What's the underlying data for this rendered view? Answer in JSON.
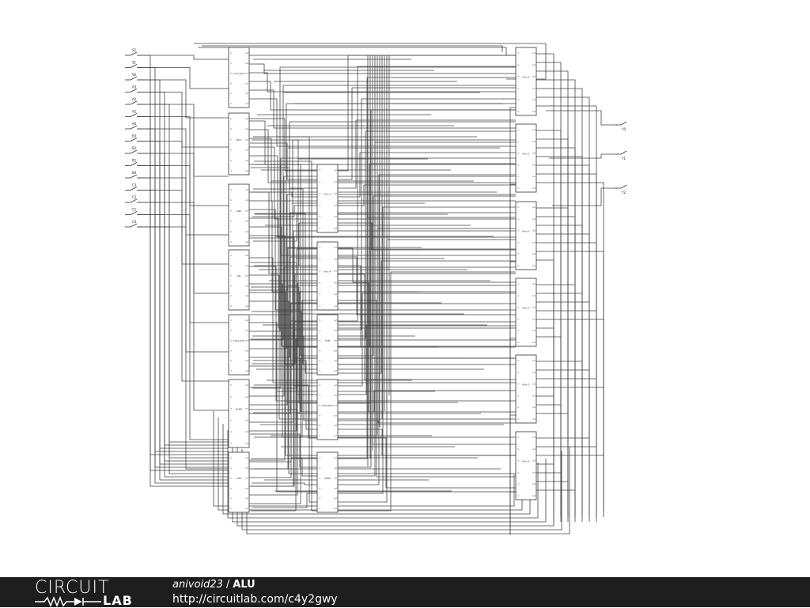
{
  "header": {
    "owner": "anivoid23",
    "separator": "/",
    "title": "ALU",
    "url": "http://circuitlab.com/c4y2gwy"
  },
  "logo": {
    "top": "CIRCUIT",
    "bottom": "LAB"
  },
  "schematic": {
    "input_labels": [
      "S2",
      "S1",
      "S0",
      "A3",
      "A2",
      "A1",
      "A0",
      "B3",
      "B2",
      "B1",
      "B0",
      "C3",
      "C2",
      "C1",
      "C0"
    ],
    "output_labels": [
      "Y0",
      "Y1",
      "Y2"
    ],
    "left_chips": [
      "FULLADD",
      "MUX",
      "AND",
      "OR",
      "FULLADD",
      "NAND",
      "XOR"
    ],
    "mid_chips": [
      "Mux 4",
      "Mux 4",
      "SUB",
      "FULLADD",
      "XNOR"
    ],
    "right_chips": [
      "Mux 2",
      "Mux 1",
      "Mux 0",
      "Mux 3",
      "Mux 5",
      "Mux 6"
    ]
  }
}
